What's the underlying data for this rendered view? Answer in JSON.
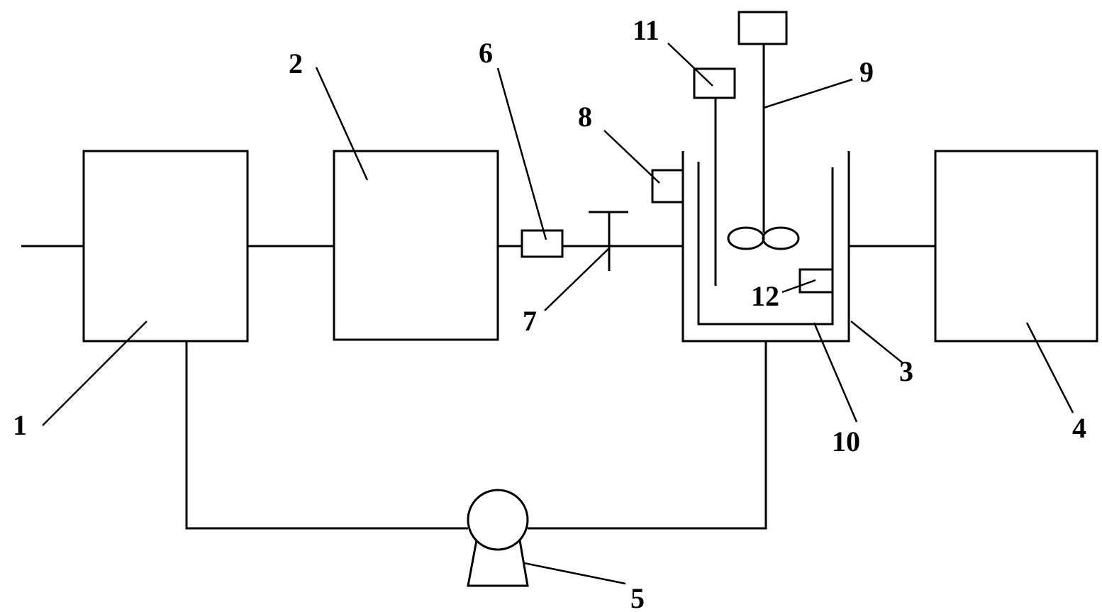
{
  "colors": {
    "stroke": "#000000",
    "background": "#ffffff"
  },
  "labels": {
    "n1": "1",
    "n2": "2",
    "n3": "3",
    "n4": "4",
    "n5": "5",
    "n6": "6",
    "n7": "7",
    "n8": "8",
    "n9": "9",
    "n10": "10",
    "n11": "11",
    "n12": "12"
  }
}
